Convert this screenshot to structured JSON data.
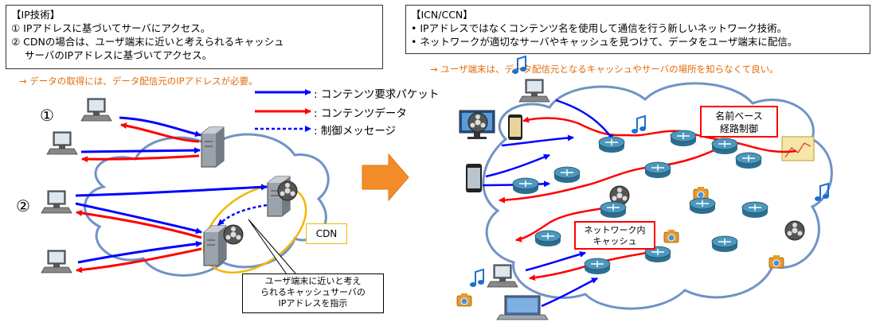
{
  "left_panel": {
    "header": "【IP技術】",
    "lines": [
      "① IPアドレスに基づいてサーバにアクセス。",
      "② CDNの場合は、ユーザ端末に近いと考えられるキャッシュ",
      "サーバのIPアドレスに基づいてアクセス。"
    ],
    "note": "→ データの取得には、データ配信元のIPアドレスが必要。"
  },
  "right_panel": {
    "header": "【ICN/CCN】",
    "lines": [
      "• IPアドレスではなくコンテンツ名を使用して通信を行う新しいネットワーク技術。",
      "• ネットワークが適切なサーバやキャッシュを見つけて、データをユーザ端末に配信。"
    ],
    "note": "→ ユーザ端末は、データ配信元となるキャッシュやサーバの場所を知らなくて良い。"
  },
  "legend": {
    "request": ": コンテンツ要求パケット",
    "data": ": コンテンツデータ",
    "control": ": 制御メッセージ"
  },
  "markers": {
    "case1": "①",
    "case2": "②"
  },
  "cdn_label": "CDN",
  "callout_left": [
    "ユーザ端末に近いと考え",
    "られるキャッシュサーバの",
    "IPアドレスを指示"
  ],
  "name_routing": [
    "名前ベース",
    "経路制御"
  ],
  "in_network_cache": [
    "ネットワーク内",
    "キャッシュ"
  ],
  "colors": {
    "request": "#0000ff",
    "data": "#ff0000",
    "note": "#e36c09",
    "cdn_ellipse": "#f2b705",
    "cloud": "#6f93c6"
  }
}
